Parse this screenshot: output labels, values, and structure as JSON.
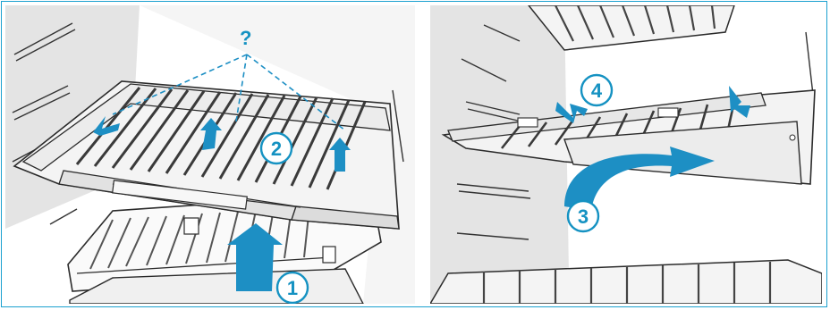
{
  "figure": {
    "left_panel": {
      "question_label": "?",
      "step_markers": [
        "1",
        "2"
      ]
    },
    "right_panel": {
      "step_markers": [
        "3",
        "4"
      ]
    }
  },
  "colors": {
    "accent": "#1aa0cf",
    "arrow": "#1d8fc4",
    "wall": "#e6e6e6",
    "shelf_line": "#2b2b2b"
  }
}
